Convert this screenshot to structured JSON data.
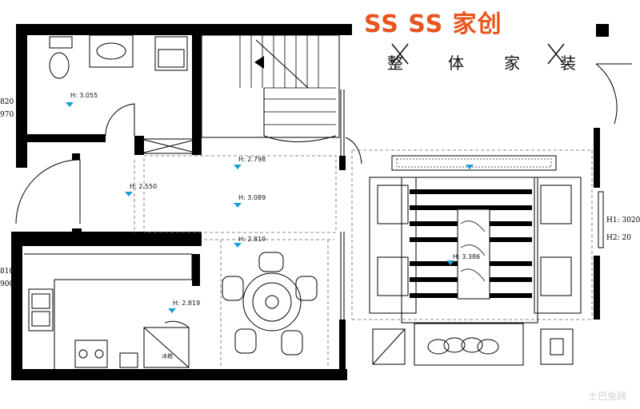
{
  "brand": {
    "logo_text": "SS SS 家创",
    "slogan_chars": [
      "整",
      "体",
      "家",
      "装"
    ],
    "accent_color": "#e8541c"
  },
  "level_marks": [
    {
      "id": "bath",
      "text": "H: 3.055"
    },
    {
      "id": "corridor-top",
      "text": "H: 2.798"
    },
    {
      "id": "corridor-left",
      "text": "H: 2.550"
    },
    {
      "id": "corridor-mid",
      "text": "H: 3.089"
    },
    {
      "id": "dining",
      "text": "H: 2.819"
    },
    {
      "id": "kitchen",
      "text": "H: 2.819"
    },
    {
      "id": "living-center",
      "text": "H: 3.386"
    }
  ],
  "dimensions": {
    "left_top_a": "820",
    "left_top_b": "970",
    "left_bottom_a": "810",
    "left_bottom_b": "900",
    "right_h1": "H1: 3020",
    "right_h2": "H2: 20"
  },
  "appliance_label": "冰箱",
  "watermark": "土巴兔网"
}
